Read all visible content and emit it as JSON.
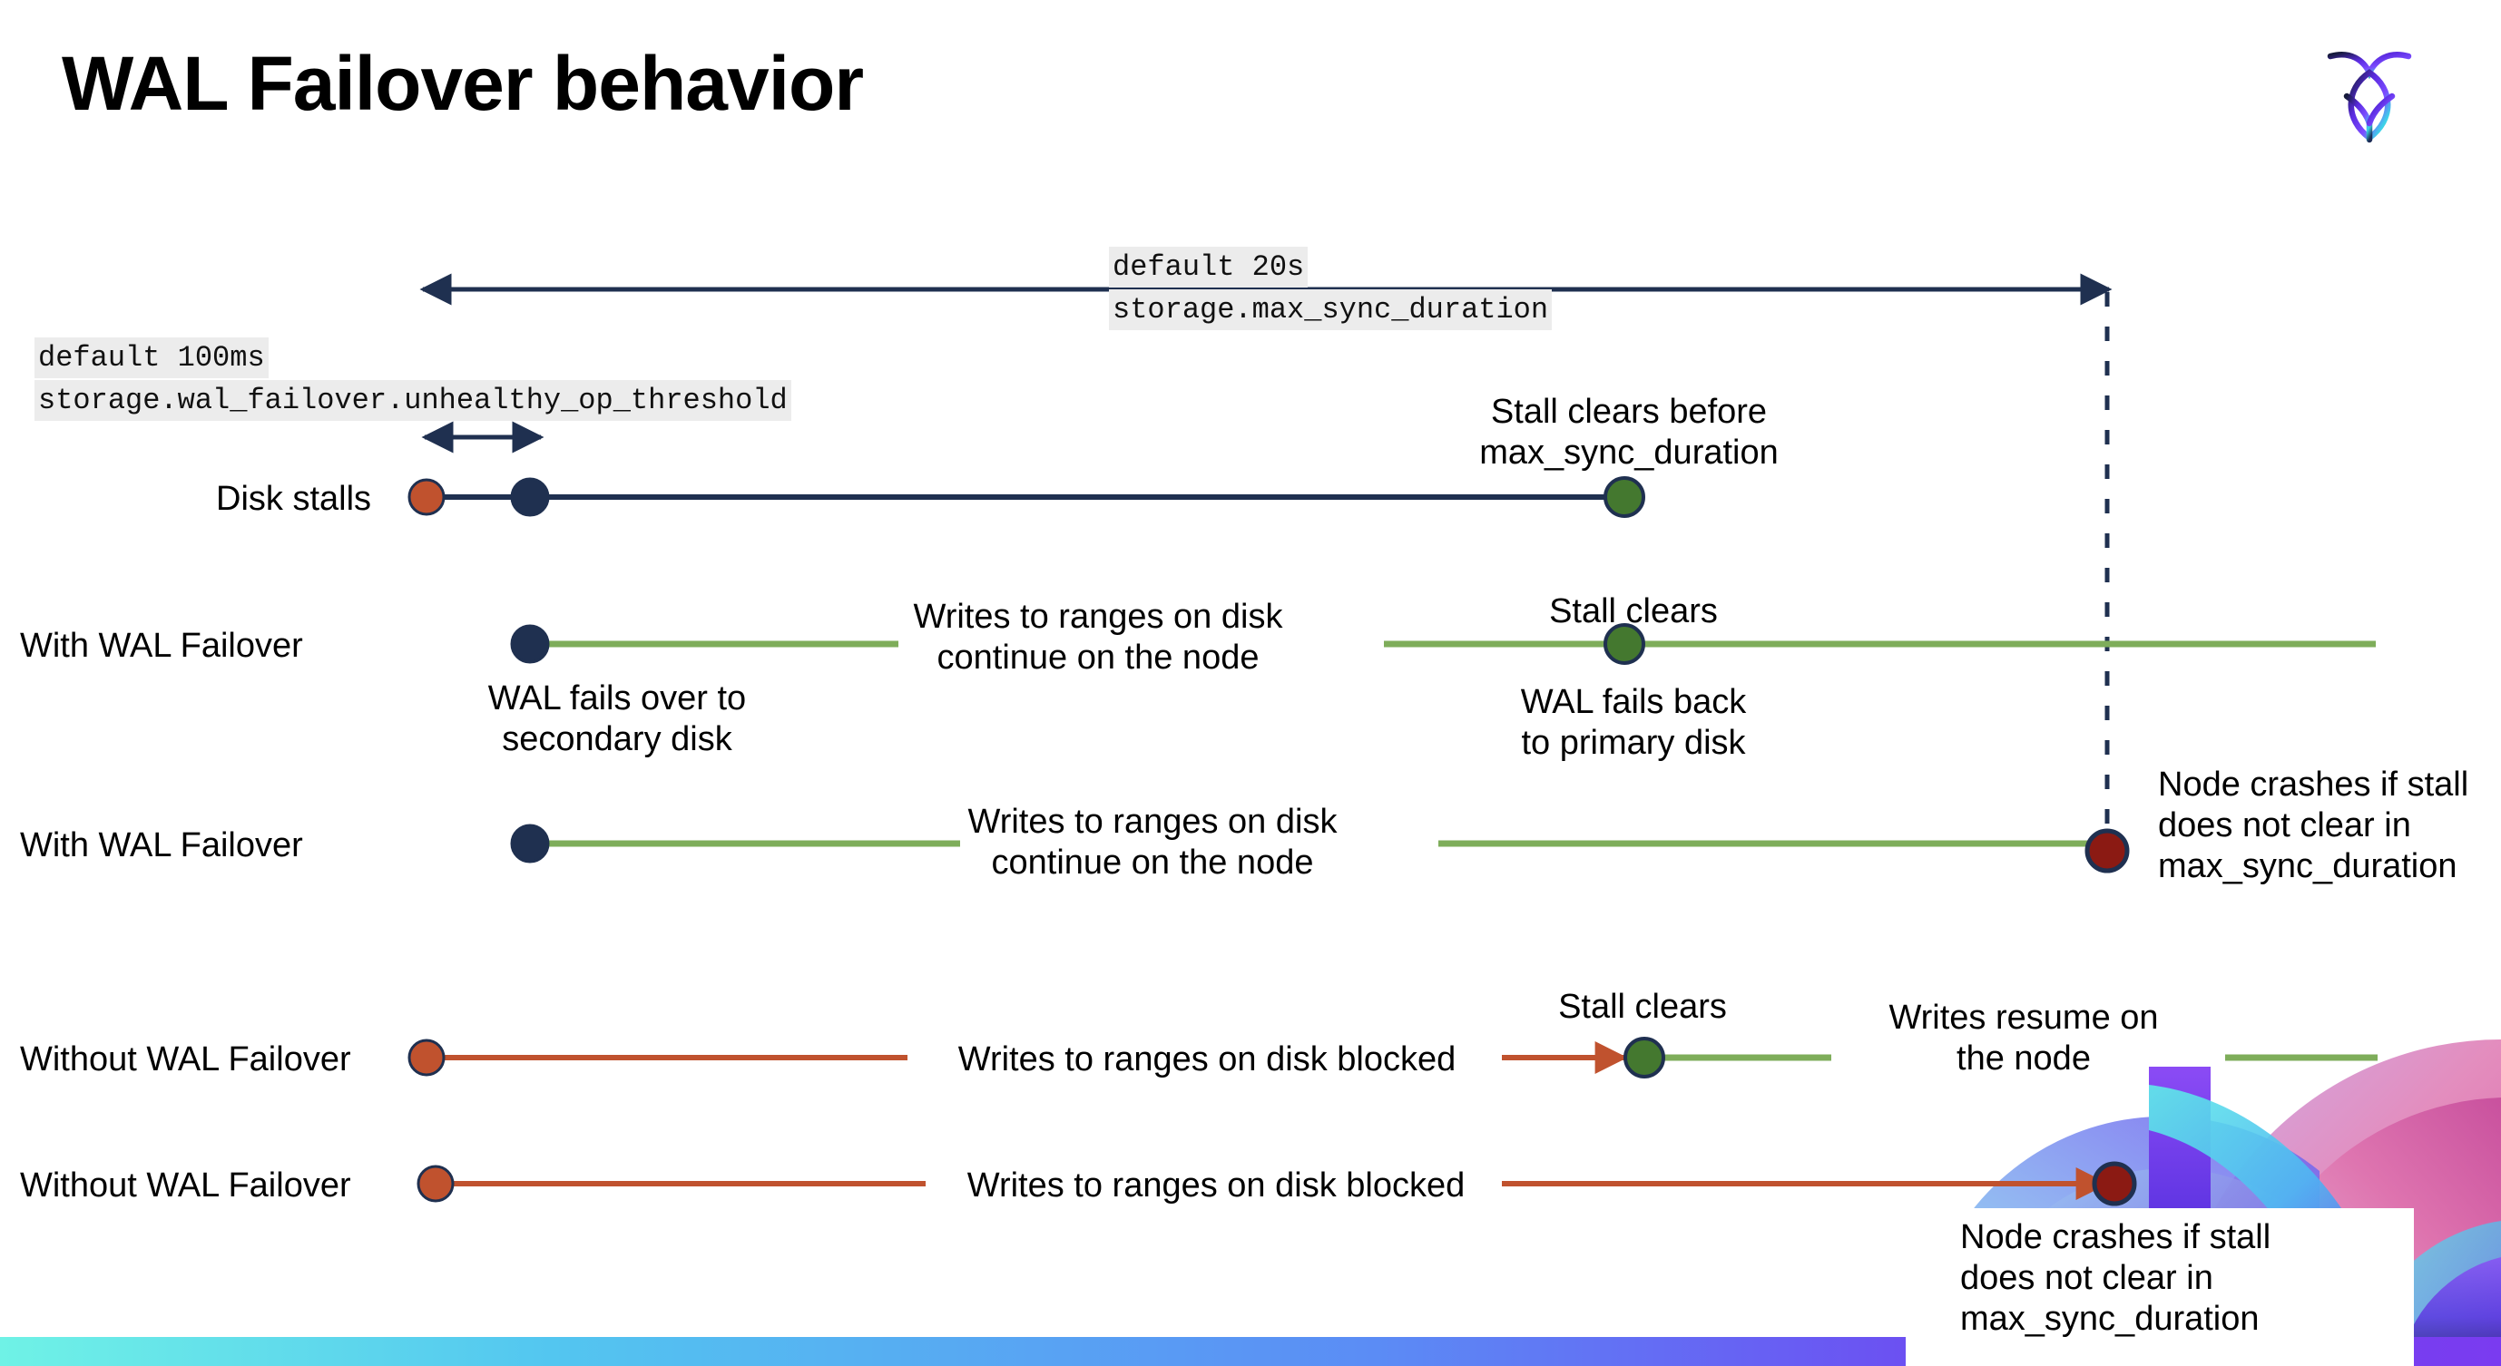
{
  "slide": {
    "title": "WAL Failover behavior",
    "logo_name": "cockroachdb-logo"
  },
  "annotations": {
    "max_sync": {
      "default": "default 20s",
      "setting": "storage.max_sync_duration"
    },
    "unhealthy_op": {
      "default": "default 100ms",
      "setting": "storage.wal_failover.unhealthy_op_threshold"
    }
  },
  "rows": [
    {
      "id": "disk-stalls",
      "label": "Disk stalls",
      "notes": [
        "Stall clears before",
        "max_sync_duration"
      ]
    },
    {
      "id": "with-wal-failover-1",
      "label": "With WAL Failover",
      "note_start": [
        "WAL fails over to",
        "secondary disk"
      ],
      "note_mid": [
        "Writes to ranges on disk",
        "continue on the node"
      ],
      "note_clear": "Stall clears",
      "note_back": [
        "WAL fails  back",
        "to primary disk"
      ]
    },
    {
      "id": "with-wal-failover-2",
      "label": "With WAL Failover",
      "note_mid": [
        "Writes to ranges on disk",
        "continue on the node"
      ],
      "note_crash": [
        "Node crashes if stall",
        "does not clear in",
        "max_sync_duration"
      ]
    },
    {
      "id": "without-wal-failover-1",
      "label": "Without WAL Failover",
      "note_mid": "Writes to ranges on disk  blocked",
      "note_clear": "Stall clears",
      "note_resume": [
        "Writes resume on",
        "the node"
      ]
    },
    {
      "id": "without-wal-failover-2",
      "label": "Without WAL Failover",
      "note_mid": "Writes to ranges on disk  blocked",
      "note_crash": [
        "Node crashes if stall",
        "does not clear in",
        "max_sync_duration"
      ]
    }
  ],
  "colors": {
    "navy": "#1F3050",
    "orange": "#C0522E",
    "green_line": "#7EAD5A",
    "green_dot": "#44782F",
    "dark_red": "#8B1A13",
    "code_bg": "#ececec"
  }
}
